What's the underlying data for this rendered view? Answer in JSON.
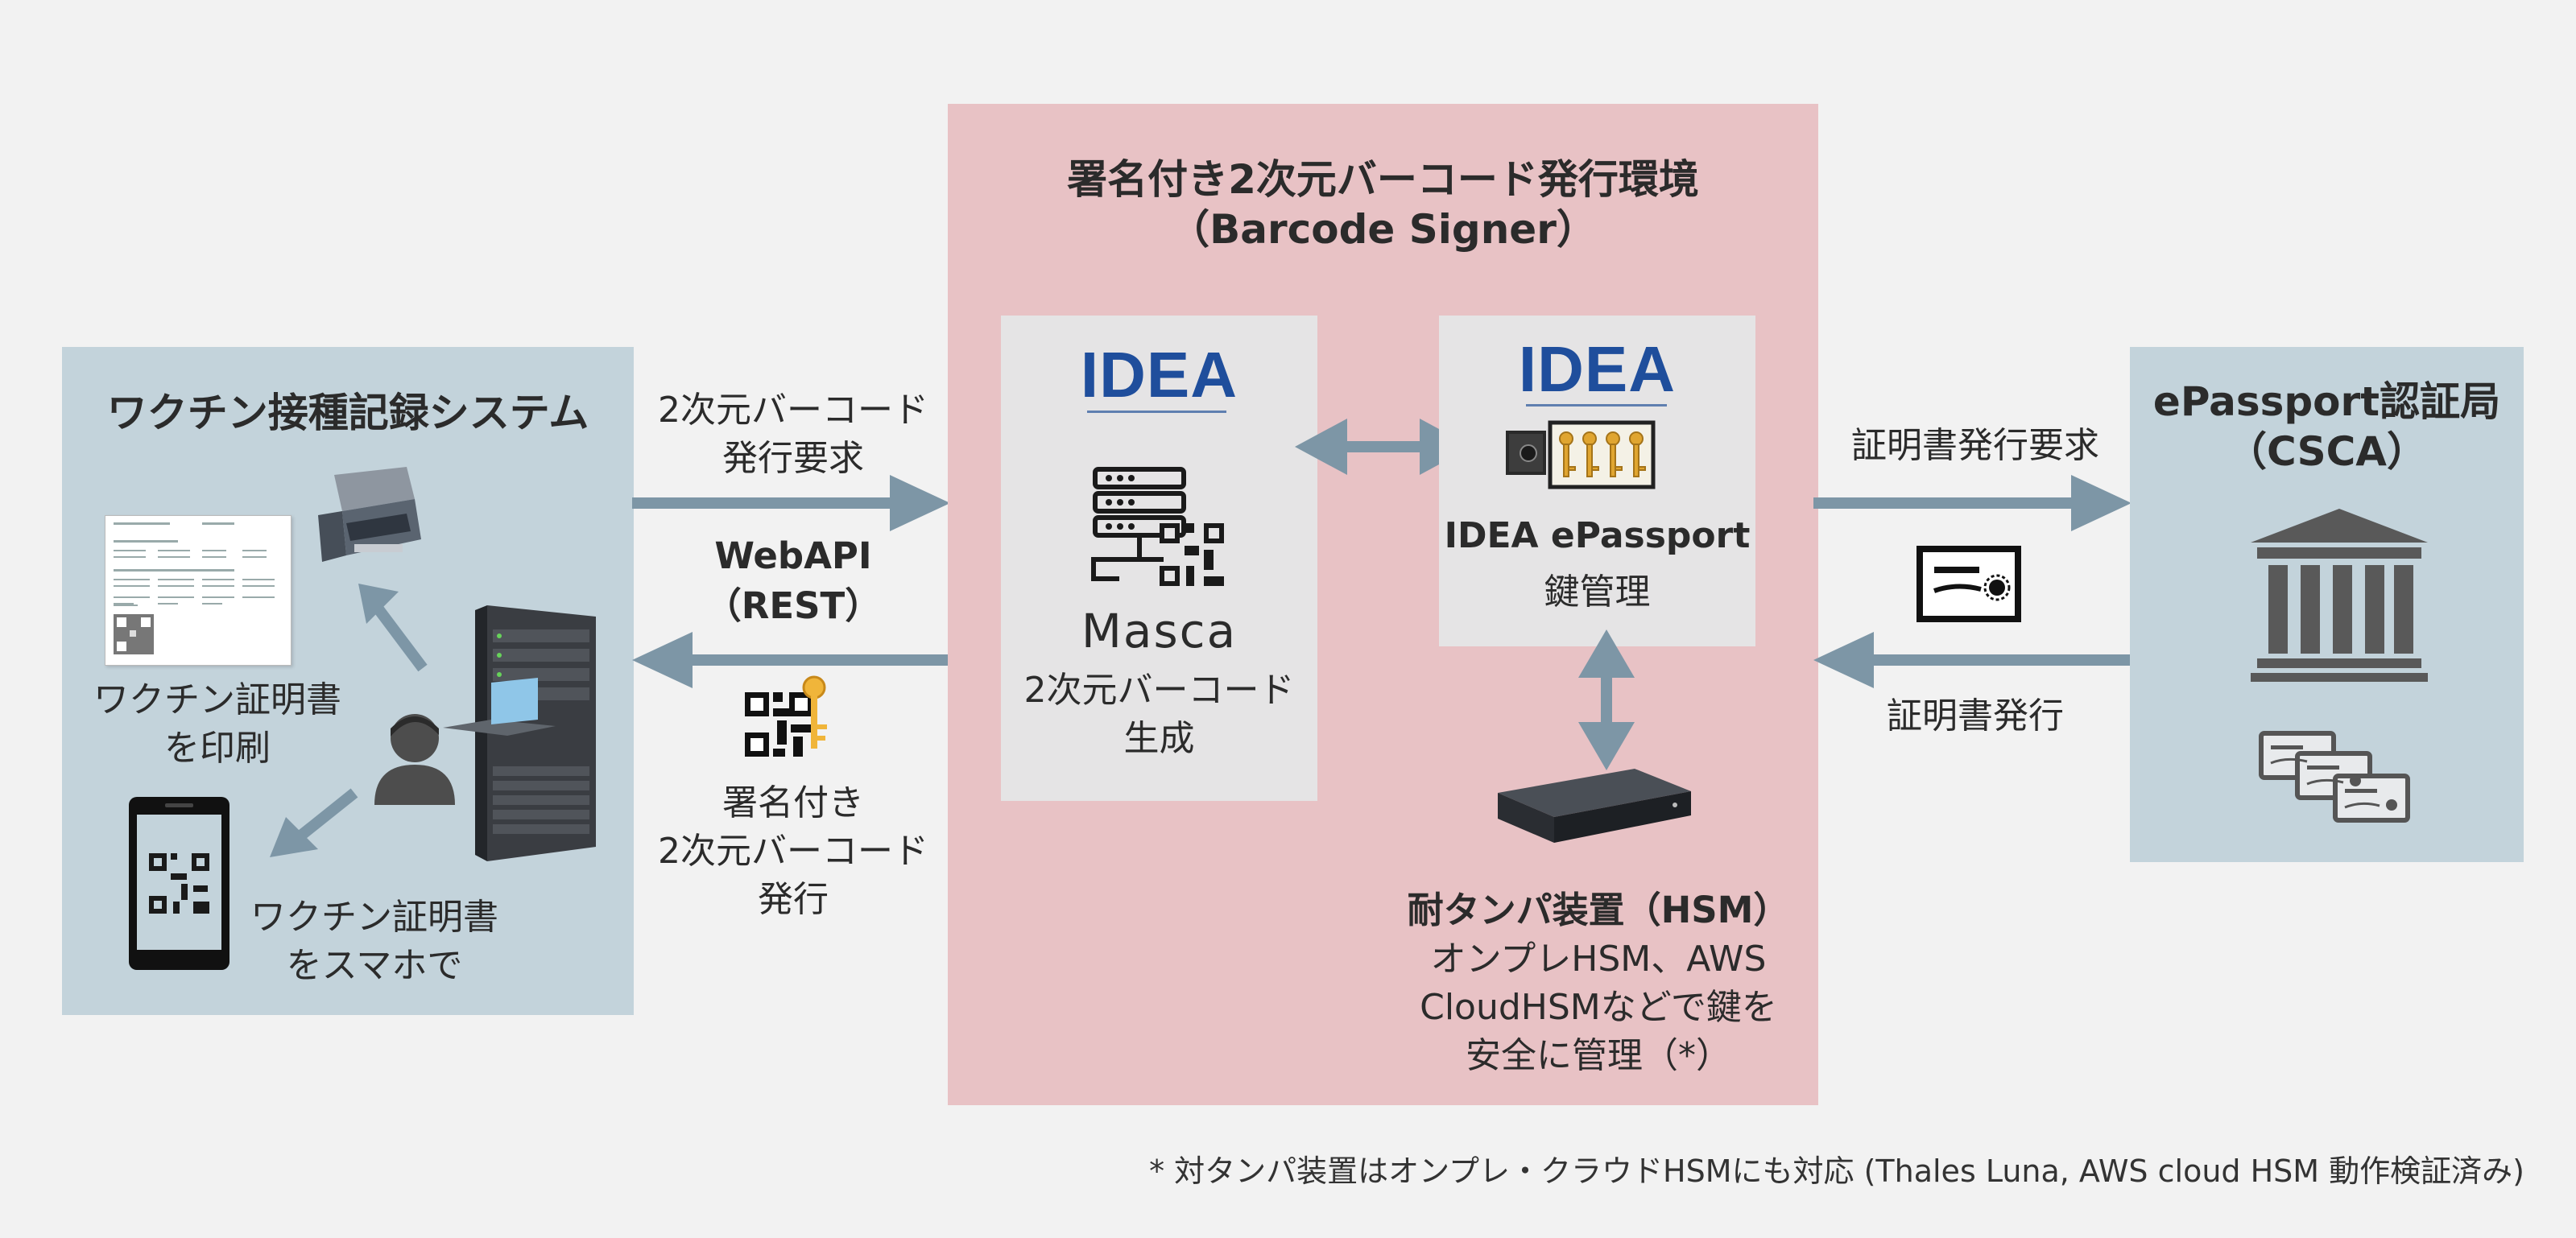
{
  "colors": {
    "blue_panel": "#c3d3db",
    "pink_panel": "#e8c2c5",
    "gray_panel": "#e5e4e5",
    "arrow": "#7d96a6",
    "idea_blue": "#1f4e9c"
  },
  "left_system": {
    "title": "ワクチン接種記録システム",
    "print_label_line1": "ワクチン証明書",
    "print_label_line2": "を印刷",
    "phone_label_line1": "ワクチン証明書",
    "phone_label_line2": "をスマホで",
    "icons": [
      "certificate-paper-icon",
      "printer-icon",
      "person-icon",
      "server-rack-icon",
      "smartphone-qr-icon"
    ]
  },
  "left_arrows": {
    "request_line1": "2次元バーコード",
    "request_line2": "発行要求",
    "api_line1": "WebAPI",
    "api_line2": "（REST）",
    "issue_line1": "署名付き",
    "issue_line2": "2次元バーコード",
    "issue_line3": "発行",
    "icons": [
      "qr-key-icon"
    ]
  },
  "signer": {
    "title_line1": "署名付き2次元バーコード発行環境",
    "title_line2": "（Barcode Signer）",
    "masca": {
      "logo": "IDEA",
      "name": "Masca",
      "desc_line1": "2次元バーコード",
      "desc_line2": "生成",
      "icons": [
        "server-qr-icon"
      ]
    },
    "epassport": {
      "logo": "IDEA",
      "name": "IDEA ePassport",
      "desc": "鍵管理",
      "icons": [
        "key-safe-icon"
      ]
    },
    "hsm": {
      "title": "耐タンパ装置（HSM）",
      "desc_line1": "オンプレHSM、AWS",
      "desc_line2": "CloudHSMなどで鍵を",
      "desc_line3": "安全に管理（*）",
      "icons": [
        "hsm-device-icon"
      ]
    }
  },
  "right_arrows": {
    "request": "証明書発行要求",
    "issue": "証明書発行",
    "icons": [
      "certificate-icon"
    ]
  },
  "csca": {
    "title_line1": "ePassport認証局",
    "title_line2": "（CSCA）",
    "icons": [
      "bank-building-icon",
      "certificates-stack-icon"
    ]
  },
  "footnote": "* 対タンパ装置はオンプレ・クラウドHSMにも対応 (Thales Luna, AWS cloud HSM 動作検証済み)"
}
